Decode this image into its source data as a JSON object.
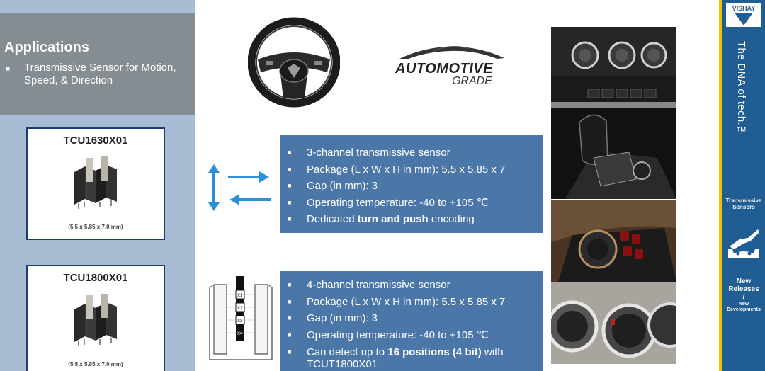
{
  "left": {
    "applications": {
      "title": "Applications",
      "items": [
        "Transmissive Sensor for Motion, Speed, & Direction"
      ]
    },
    "products": [
      {
        "name": "TCU1630X01",
        "dims": "(5.5 x 5.85 x 7.0 mm)"
      },
      {
        "name": "TCU1800X01",
        "dims": "(5.5 x 5.85 x 7.0 mm)"
      }
    ]
  },
  "middle": {
    "logo": {
      "line1": "AUTOMOTIVE",
      "line2": "GRADE"
    },
    "spec1": {
      "items": [
        "3-channel transmissive sensor",
        "Package (L x W x H in mm): 5.5 x 5.85 x 7",
        "Gap (in mm): 3",
        "Operating temperature: -40 to +105 ℃",
        {
          "pre": "Dedicated ",
          "bold": "turn and push",
          "post": " encoding"
        }
      ]
    },
    "spec2": {
      "items": [
        "4-channel transmissive sensor",
        "Package (L x W x H in mm): 5.5 x 5.85 x 7",
        "Gap (in mm): 3",
        "Operating temperature: -40 to +105 ℃",
        {
          "pre": "Can detect up to ",
          "bold": "16 positions (4 bit)",
          "post": " with TCUT1800X01"
        }
      ]
    },
    "diagram_labels": [
      "X1",
      "X2",
      "X3",
      "X4"
    ]
  },
  "sidebar": {
    "brand": "VISHAY",
    "tagline": "The DNA of tech.™",
    "section": [
      "Transmissive",
      "Sensors"
    ],
    "new_releases": [
      "New",
      "Releases",
      "/"
    ],
    "new_dev": [
      "New",
      "Developments"
    ]
  },
  "colors": {
    "left_bg": "#a8bdd3",
    "apps_bg": "#858d93",
    "card_border": "#1b3f73",
    "spec_bg": "#4a76a8",
    "sidebar_bg": "#1f5d92",
    "sidebar_accent": "#f2c100",
    "arrow": "#2c8fd8"
  }
}
